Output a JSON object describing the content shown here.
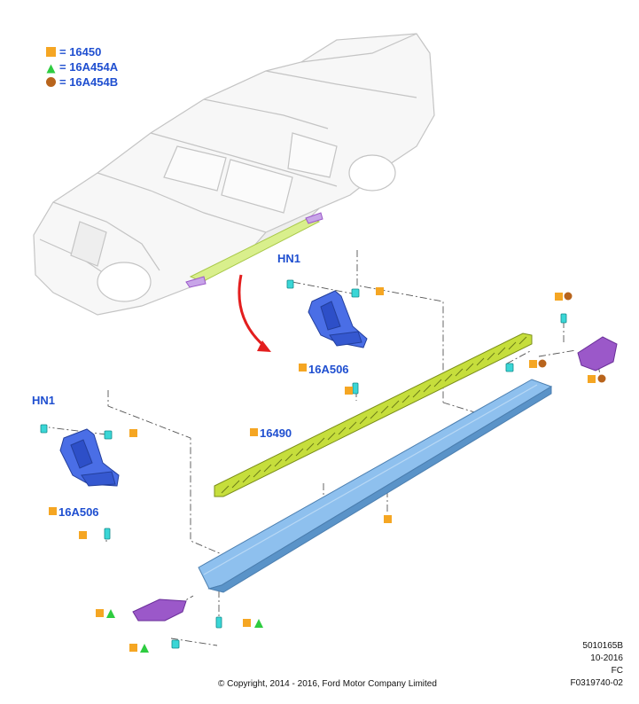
{
  "legend": [
    {
      "symbol": "orange-square-icon",
      "text": "= 16450",
      "color": "#f5a623"
    },
    {
      "symbol": "green-triangle-icon",
      "text": "= 16A454A",
      "color": "#2ecc40"
    },
    {
      "symbol": "brown-circle-icon",
      "text": "= 16A454B",
      "color": "#b8641c"
    }
  ],
  "callouts": {
    "hn1_right": "HN1",
    "bracket_right": "16A506",
    "step_pad": "16490",
    "hn1_left": "HN1",
    "bracket_left": "16A506"
  },
  "meta": {
    "code": "5010165B",
    "date": "10-2016",
    "fc": "FC",
    "ref": "F0319740-02"
  },
  "copyright": "© Copyright, 2014 - 2016, Ford Motor Company Limited",
  "colors": {
    "callout_text": "#1f4fd0",
    "square": "#f5a623",
    "triangle": "#2ecc40",
    "circle": "#b8641c",
    "bracket": "#3a5fd8",
    "fastener": "#3ad6d6",
    "step_pad": "#b7d334",
    "running_board": "#7fb3e6",
    "end_cap": "#9b58c9",
    "arrow": "#e31e1e",
    "truck_outline": "#c8c8c8"
  }
}
